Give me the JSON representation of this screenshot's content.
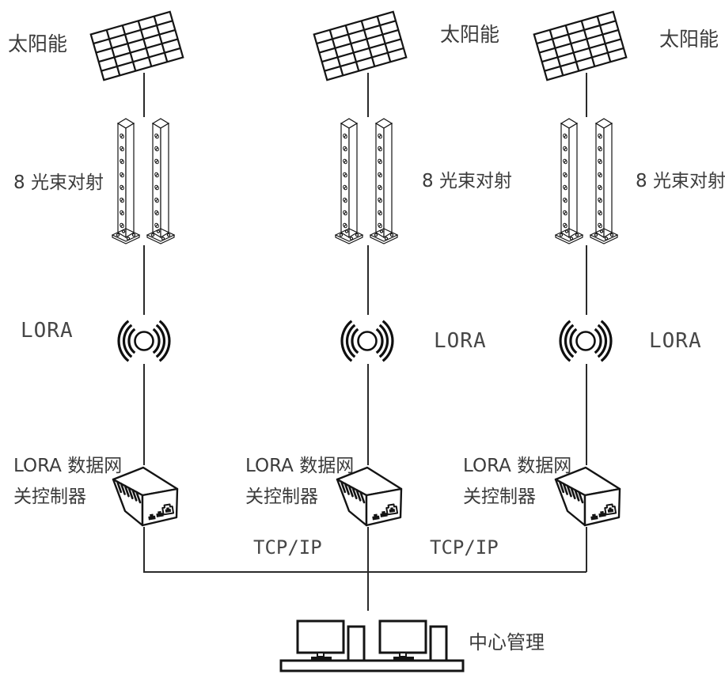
{
  "colors": {
    "background": "#ffffff",
    "line": "#2a2a2a",
    "text": "#3b3b3b"
  },
  "columns": [
    {
      "solar_label": "太阳能",
      "beam_label": "8 光束对射",
      "lora_label": "LORA",
      "gateway_label_line1": "LORA 数据网",
      "gateway_label_line2": "关控制器"
    },
    {
      "solar_label": "太阳能",
      "beam_label": "8 光束对射",
      "lora_label": "LORA",
      "gateway_label_line1": "LORA 数据网",
      "gateway_label_line2": "关控制器"
    },
    {
      "solar_label": "太阳能",
      "beam_label": "8 光束对射",
      "lora_label": "LORA",
      "gateway_label_line1": "LORA 数据网",
      "gateway_label_line2": "关控制器"
    }
  ],
  "network": {
    "protocol_labels": [
      "TCP/IP",
      "TCP/IP"
    ]
  },
  "management": {
    "label": "中心管理"
  },
  "icons": {
    "solar_panel": "solar-panel-icon",
    "beam_posts": "beam-posts-icon",
    "lora_antenna": "lora-antenna-icon",
    "gateway": "lora-gateway-icon",
    "management": "management-computers-icon"
  }
}
